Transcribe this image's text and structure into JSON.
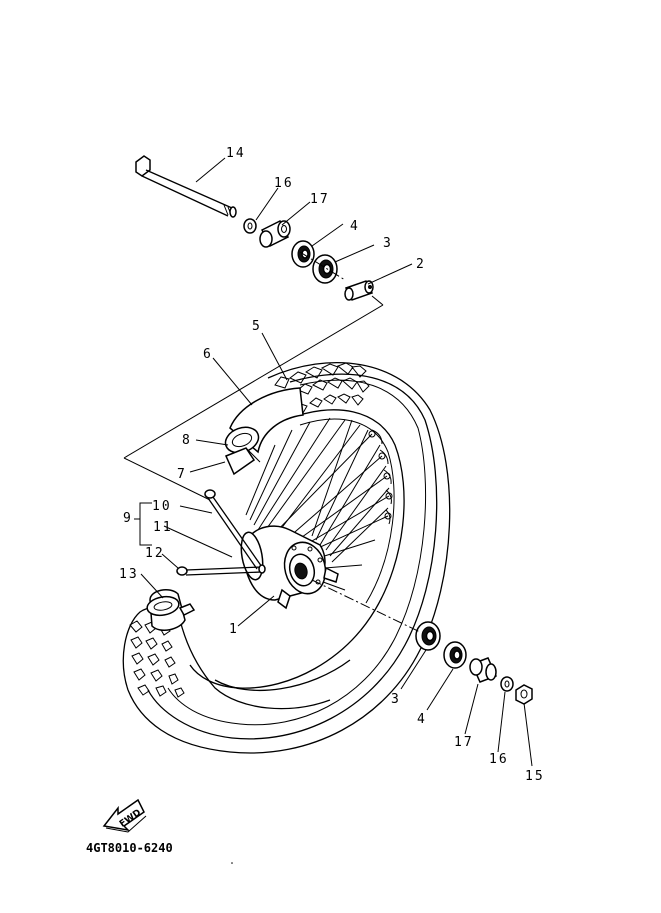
{
  "diagram_code": "4GT8010-6240",
  "fwd_label": "FWD",
  "callouts": {
    "c14": "14",
    "c16_top": "16",
    "c17_top": "17",
    "c4_top": "4",
    "c3_top": "3",
    "c2": "2",
    "c5": "5",
    "c6": "6",
    "c8": "8",
    "c7": "7",
    "c9": "9",
    "c10": "10",
    "c11": "11",
    "c12": "12",
    "c13": "13",
    "c1": "1",
    "c3_bot": "3",
    "c4_bot": "4",
    "c17_bot": "17",
    "c16_bot": "16",
    "c15": "15"
  }
}
